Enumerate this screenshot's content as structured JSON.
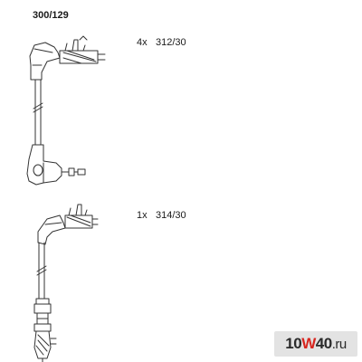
{
  "kit": {
    "number": "300/129"
  },
  "leads": [
    {
      "qty": "4x",
      "part": "312/30"
    },
    {
      "qty": "1x",
      "part": "314/30"
    }
  ],
  "watermark": {
    "part1": "10",
    "part2": "W",
    "part3": "40",
    "part4": ".ru"
  },
  "colors": {
    "line": "#333333",
    "fill": "#ffffff",
    "accent": "#d8261f"
  }
}
